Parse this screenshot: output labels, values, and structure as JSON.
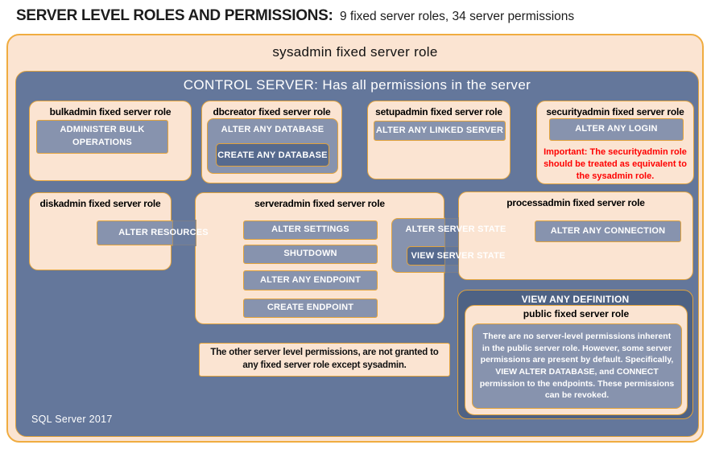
{
  "title": {
    "main": "SERVER LEVEL ROLES AND PERMISSIONS:",
    "subtitle": "9 fixed server roles, 34 server permissions"
  },
  "sysadmin_title": "sysadmin fixed server role",
  "control_server_title": "CONTROL SERVER: Has all permissions in the server",
  "roles": {
    "bulkadmin": {
      "title": "bulkadmin fixed server role",
      "perm": "ADMINISTER BULK OPERATIONS"
    },
    "dbcreator": {
      "title": "dbcreator fixed server role",
      "perm_outer": "ALTER ANY DATABASE",
      "perm_nested": "CREATE ANY DATABASE"
    },
    "setupadmin": {
      "title": "setupadmin fixed server role",
      "perm": "ALTER ANY LINKED SERVER"
    },
    "securityadmin": {
      "title": "securityadmin fixed server role",
      "perm": "ALTER ANY LOGIN",
      "warning": "Important: The securityadmin role should be treated as equivalent to the sysadmin role."
    },
    "diskadmin": {
      "title": "diskadmin fixed server role",
      "perm": "ALTER RESOURCES"
    },
    "serveradmin": {
      "title": "serveradmin fixed server role",
      "perms": [
        "ALTER SETTINGS",
        "SHUTDOWN",
        "ALTER ANY ENDPOINT",
        "CREATE ENDPOINT"
      ],
      "perm_outer": "ALTER SERVER STATE",
      "perm_nested": "VIEW SERVER STATE"
    },
    "processadmin": {
      "title": "processadmin fixed server role",
      "perm": "ALTER ANY CONNECTION"
    },
    "public": {
      "perm_outer": "VIEW ANY DEFINITION",
      "title": "public fixed server role",
      "body": "There are no server-level permissions inherent in the public server role. However, some server permissions are present by default. Specifically, VIEW ALTER DATABASE, and CONNECT permission to the endpoints. These permissions can be revoked."
    }
  },
  "note": "The other server level permissions, are not granted to any fixed server role except sysadmin.",
  "footer": "SQL Server 2017",
  "colors": {
    "peach": "#fbe4d2",
    "gold": "#e2a33c",
    "gold_bright": "#f0ac40",
    "blue_bg": "#64779b",
    "dark_slate": "#4e6284",
    "btn": "#8793ae",
    "btn_dark": "#566a8e",
    "warning_red": "#fe0000",
    "ink": "#1c1c1c"
  }
}
